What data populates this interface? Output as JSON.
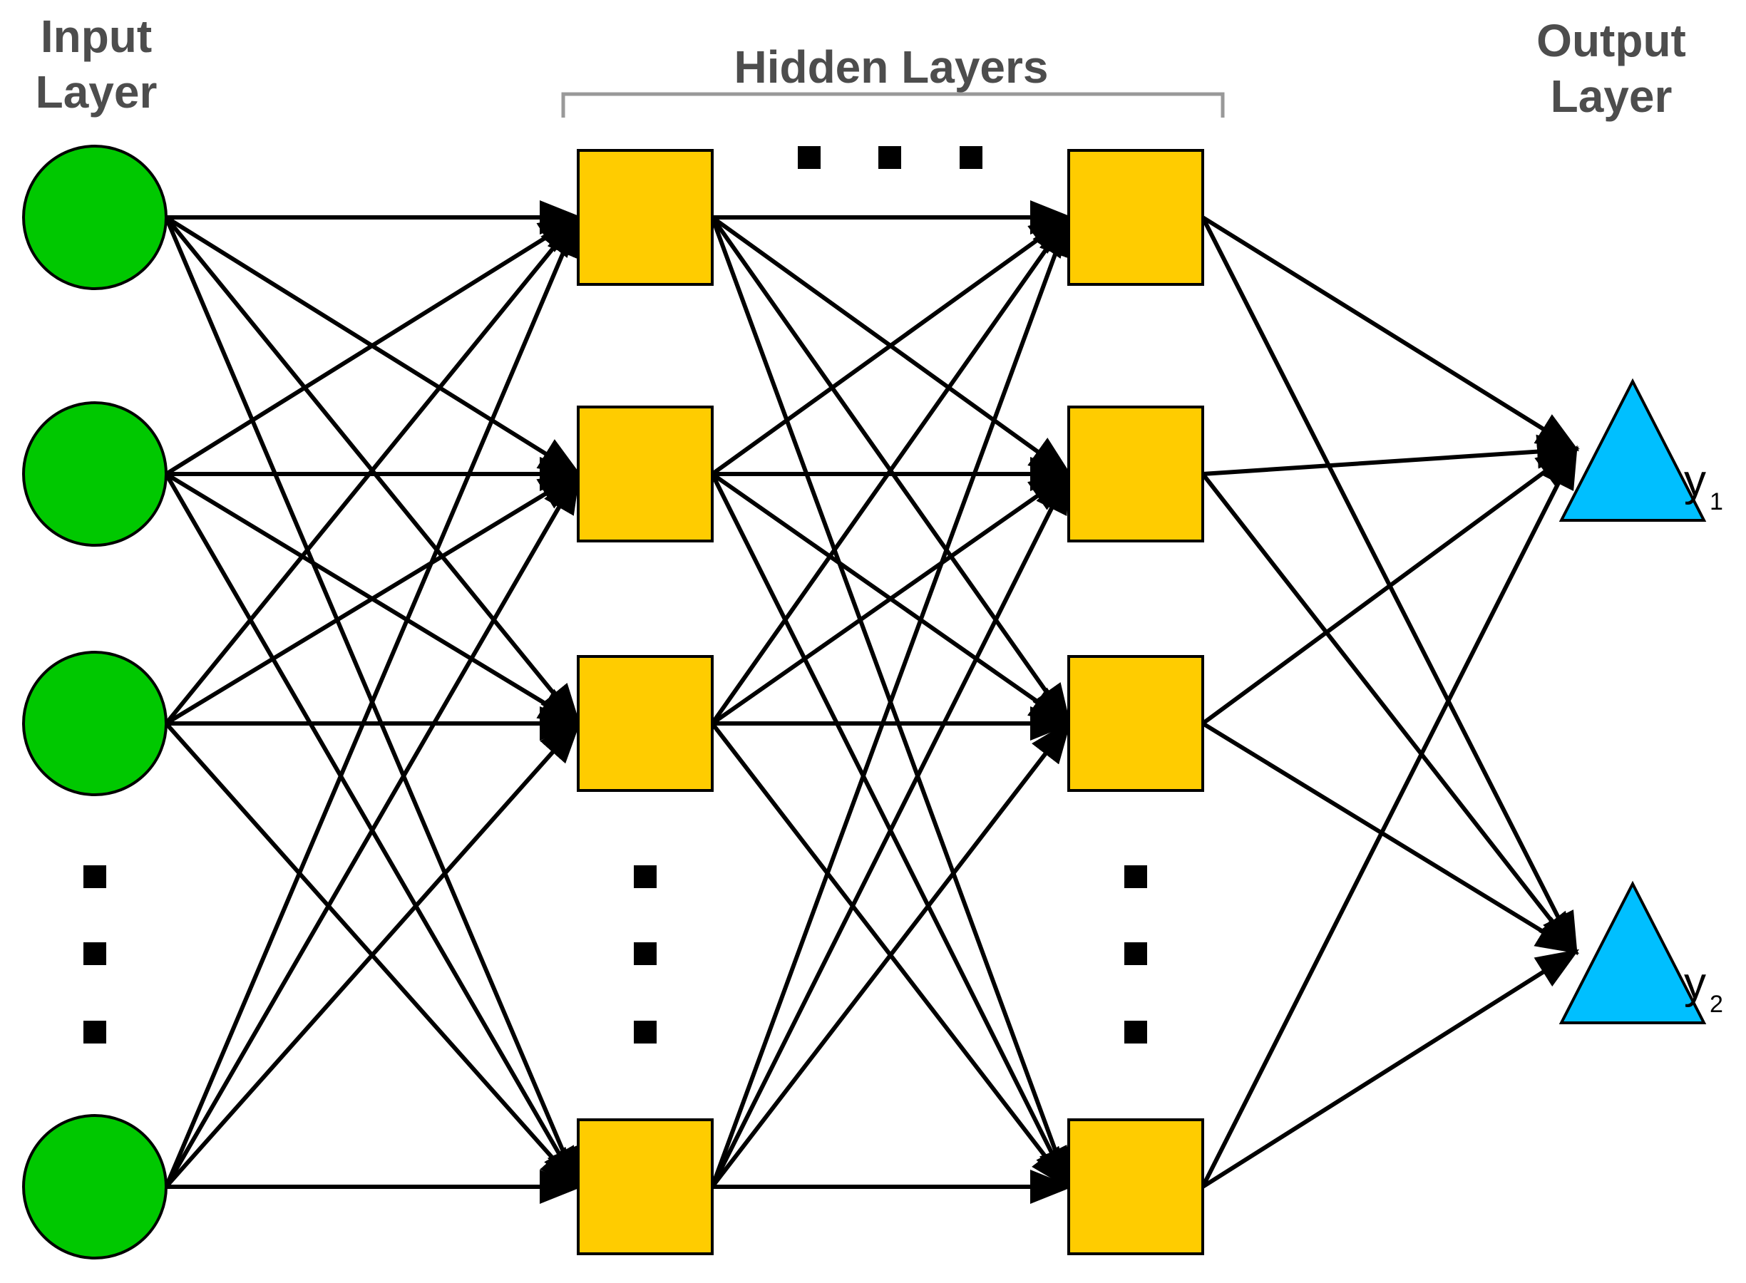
{
  "labels": {
    "input_layer": "Input\nLayer",
    "hidden_layers": "Hidden Layers",
    "output_layer": "Output\nLayer"
  },
  "outputs": [
    {
      "letter": "y",
      "sub": "1"
    },
    {
      "letter": "y",
      "sub": "2"
    }
  ],
  "colors": {
    "input_node": "#00c800",
    "hidden_node": "#ffcc00",
    "output_node": "#00bfff",
    "edge": "#000000",
    "label_text": "#4d4d4d"
  },
  "shapes": {
    "input_node": "circle",
    "hidden_node": "square",
    "output_node": "triangle"
  },
  "structure": {
    "input_nodes_shown": 4,
    "hidden_layers_shown": 2,
    "hidden_nodes_per_layer_shown": 4,
    "output_nodes": 2,
    "connectivity": "fully-connected",
    "ellipsis_between_hidden_layers": true,
    "ellipsis_in_columns": true
  }
}
